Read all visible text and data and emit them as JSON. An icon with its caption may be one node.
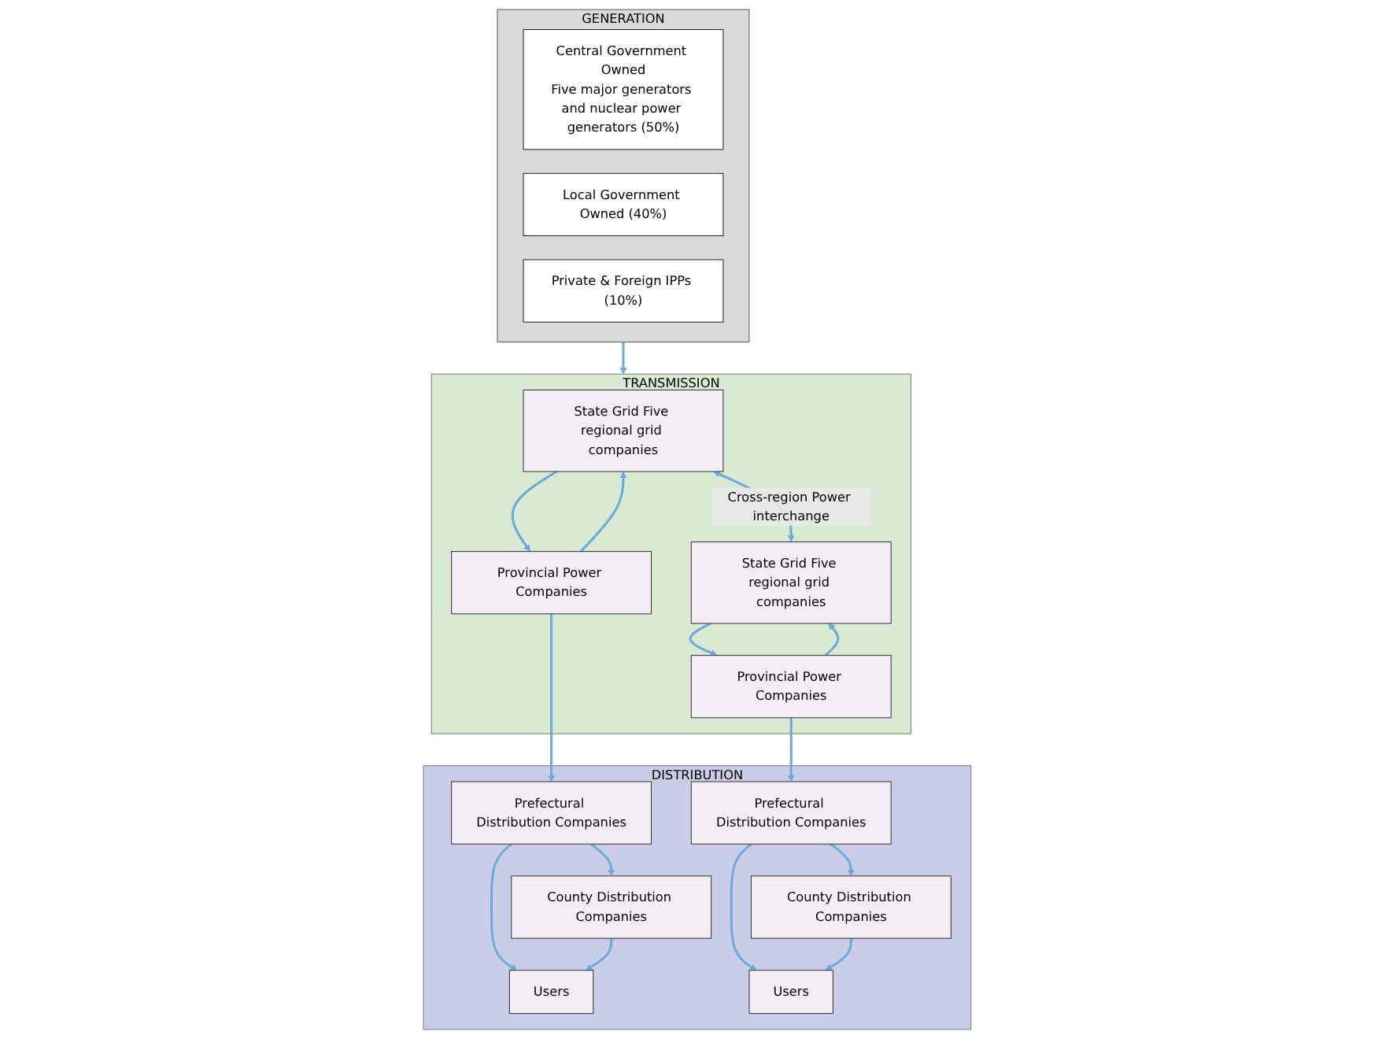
{
  "diagram": {
    "nodes": [
      {
        "text": [
          "GENERATION"
        ]
      },
      {
        "text": [
          "Central Government Owned",
          "Five major generators and nuclear power generators (50%)"
        ],
        "in": 0
      },
      {
        "text": [
          "Local Government Owned (40%)"
        ],
        "in": 0
      },
      {
        "text": [
          "Private & Foreign IPPs (10%)"
        ],
        "in": 0
      },
      {
        "text": [
          "TRANSMISSION"
        ]
      },
      {
        "text": [
          "State Grid Five regional grid companies"
        ],
        "in": 4
      },
      {
        "text": [
          "State Grid Five regional grid companies"
        ],
        "in": 4
      },
      {
        "text": [
          "Provincial Power Companies"
        ],
        "in": 4
      },
      {
        "text": [
          "Provincial Power Companies"
        ],
        "in": 4
      },
      {
        "text": [
          "DISTRIBUTION"
        ]
      },
      {
        "text": [
          "Prefectural Distribution Companies"
        ],
        "in": 9
      },
      {
        "text": [
          "Prefectural Distribution Companies"
        ],
        "in": 9
      },
      {
        "text": [
          "County Distribution Companies"
        ],
        "in": 9
      },
      {
        "text": [
          "County Distribution Companies"
        ],
        "in": 9
      },
      {
        "text": [
          "Users"
        ],
        "in": 9
      },
      {
        "text": [
          "Users"
        ],
        "in": 9
      }
    ],
    "edges": [
      {
        "from": 0,
        "to": 4,
        "arrow": "to"
      },
      {
        "from": 5,
        "to": 6,
        "arrow": "both",
        "label": "Cross-region Power interchange"
      },
      {
        "from": 5,
        "to": 7,
        "arrow": "to"
      },
      {
        "from": 7,
        "to": 5,
        "arrow": "to"
      },
      {
        "from": 6,
        "to": 8,
        "arrow": "to"
      },
      {
        "from": 8,
        "to": 6,
        "arrow": "to"
      },
      {
        "from": 7,
        "to": 10,
        "arrow": "to"
      },
      {
        "from": 8,
        "to": 11,
        "arrow": "to"
      },
      {
        "from": 10,
        "to": 12,
        "arrow": "to"
      },
      {
        "from": 10,
        "to": 14,
        "arrow": "to"
      },
      {
        "from": 12,
        "to": 14,
        "arrow": "to"
      },
      {
        "from": 11,
        "to": 13,
        "arrow": "to"
      },
      {
        "from": 11,
        "to": 15,
        "arrow": "to"
      },
      {
        "from": 13,
        "to": 15,
        "arrow": "to"
      }
    ]
  }
}
